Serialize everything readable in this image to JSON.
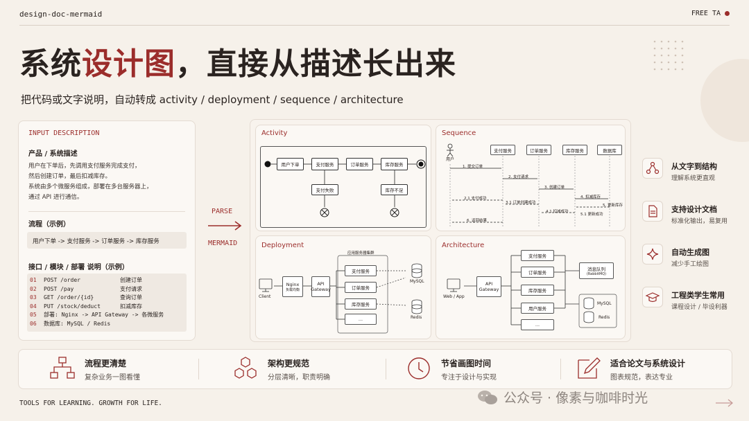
{
  "header": {
    "brand": "design-doc-mermaid",
    "tag": "FREE TA"
  },
  "hero": {
    "title_a": "系统",
    "title_b": "设计图",
    "title_c": "，直接从描述长出来",
    "subtitle": "把代码或文字说明，自动转成 activity / deployment / sequence / architecture"
  },
  "input": {
    "header": "INPUT DESCRIPTION",
    "section1_title": "产品 / 系统描述",
    "desc_lines": [
      "用户在下单后，先调用支付服务完成支付，",
      "然后创建订单，最后扣减库存。",
      "系统由多个微服务组成，部署在多台服务器上，",
      "通过 API 进行通信。"
    ],
    "section2_title": "流程（示例）",
    "flow_text": "用户下单 -> 支付服务 -> 订单服务 -> 库存服务",
    "section3_title": "接口 / 模块 / 部署 说明（示例）",
    "rows": [
      {
        "n": "01",
        "c": "POST /order",
        "d": "创建订单"
      },
      {
        "n": "02",
        "c": "POST /pay",
        "d": "支付请求"
      },
      {
        "n": "03",
        "c": "GET  /order/{id}",
        "d": "查询订单"
      },
      {
        "n": "04",
        "c": "PUT  /stock/deduct",
        "d": "扣减库存"
      },
      {
        "n": "05",
        "c": "部署: Nginx -> API Gateway -> 各微服务",
        "d": ""
      },
      {
        "n": "06",
        "c": "数据库: MySQL / Redis",
        "d": ""
      }
    ]
  },
  "arrow": {
    "top": "PARSE",
    "bottom": "MERMAID"
  },
  "diagrams": {
    "activity": {
      "title": "Activity",
      "nodes": [
        "用户下单",
        "支付服务",
        "订单服务",
        "库存服务",
        "支付失败",
        "库存不足"
      ]
    },
    "sequence": {
      "title": "Sequence",
      "actor": "用户",
      "participants": [
        "支付服务",
        "订单服务",
        "库存服务",
        "数据库"
      ],
      "messages": [
        "1. 提交订单",
        "2. 支付请求",
        "3. 创建订单",
        "4. 扣减库存",
        "5. 更新库存",
        "5.1 更新成功",
        "4.1 扣减成功",
        "3.1 订单创建成功",
        "2.1 支付成功",
        "6. 返回结果"
      ]
    },
    "deployment": {
      "title": "Deployment",
      "client": "Client",
      "nginx": "Nginx",
      "nginx_sub": "负载均衡",
      "gateway": "API\nGateway",
      "cluster": "应用服务器集群",
      "services": [
        "支付服务",
        "订单服务",
        "库存服务",
        "..."
      ],
      "db1": "MySQL",
      "db2": "Redis"
    },
    "architecture": {
      "title": "Architecture",
      "client": "Web / App",
      "gateway": "API\nGateway",
      "services": [
        "支付服务",
        "订单服务",
        "库存服务",
        "用户服务",
        "..."
      ],
      "mq": "消息队列",
      "mq_sub": "(RabbitMQ)",
      "db1": "MySQL",
      "db2": "Redis"
    }
  },
  "features": [
    {
      "icon": "share-nodes-icon",
      "title": "从文字到结构",
      "sub": "理解系统更直观"
    },
    {
      "icon": "document-icon",
      "title": "支持设计文档",
      "sub": "标准化输出，易复用"
    },
    {
      "icon": "sparkle-icon",
      "title": "自动生成图",
      "sub": "减少手工绘图"
    },
    {
      "icon": "graduation-cap-icon",
      "title": "工程类学生常用",
      "sub": "课程设计 / 毕设利器"
    }
  ],
  "bottom": [
    {
      "icon": "flowchart-icon",
      "title": "流程更清楚",
      "sub": "复杂业务一图看懂"
    },
    {
      "icon": "hexagons-icon",
      "title": "架构更规范",
      "sub": "分层清晰，职责明确"
    },
    {
      "icon": "clock-icon",
      "title": "节省画图时间",
      "sub": "专注于设计与实现"
    },
    {
      "icon": "pen-icon",
      "title": "适合论文与系统设计",
      "sub": "图表规范，表达专业"
    }
  ],
  "footer": {
    "tagline": "TOOLS FOR LEARNING. GROWTH FOR LIFE.",
    "watermark": "公众号 · 像素与咖啡时光"
  },
  "colors": {
    "accent": "#9b2d2b",
    "bg": "#f6f1ea",
    "card": "#fbf8f4"
  }
}
